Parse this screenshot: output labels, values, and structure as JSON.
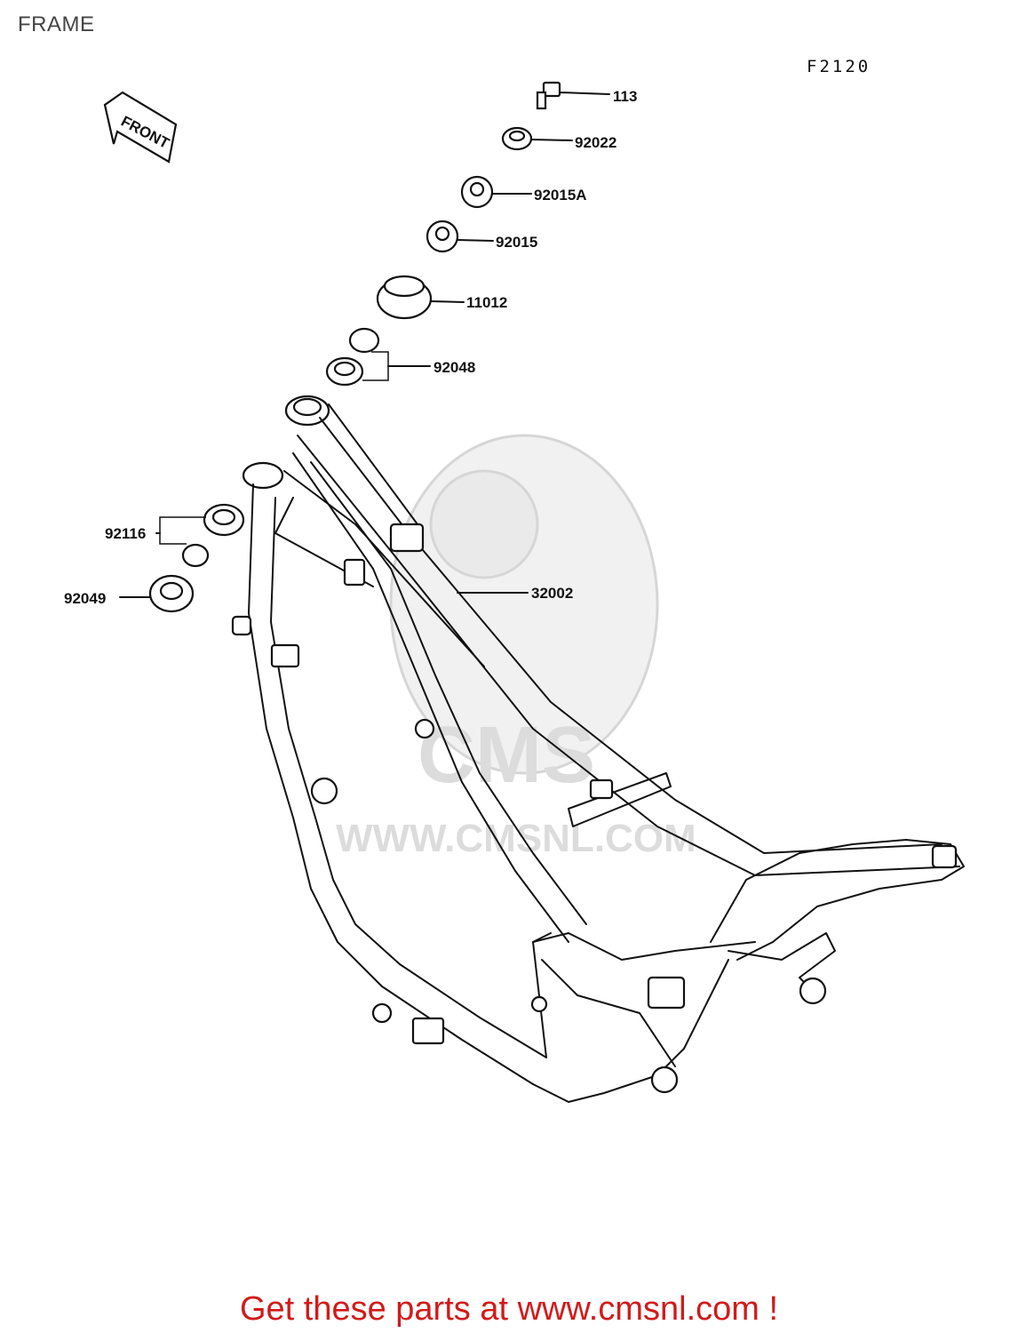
{
  "header": {
    "title": "FRAME",
    "figure_code": "F2120"
  },
  "front_marker": {
    "label": "FRONT"
  },
  "watermark": {
    "text": "WWW.CMSNL.COM",
    "logo_text": "CMS"
  },
  "parts": [
    {
      "number": "113"
    },
    {
      "number": "92022"
    },
    {
      "number": "92015A"
    },
    {
      "number": "92015"
    },
    {
      "number": "11012"
    },
    {
      "number": "92048"
    },
    {
      "number": "92116"
    },
    {
      "number": "92049"
    },
    {
      "number": "32002"
    }
  ],
  "footer": {
    "cta_text": "Get these parts at www.cmsnl.com !"
  },
  "colors": {
    "cta": "#d21a1a",
    "line": "#111111",
    "watermark": "#e0e0e0"
  }
}
